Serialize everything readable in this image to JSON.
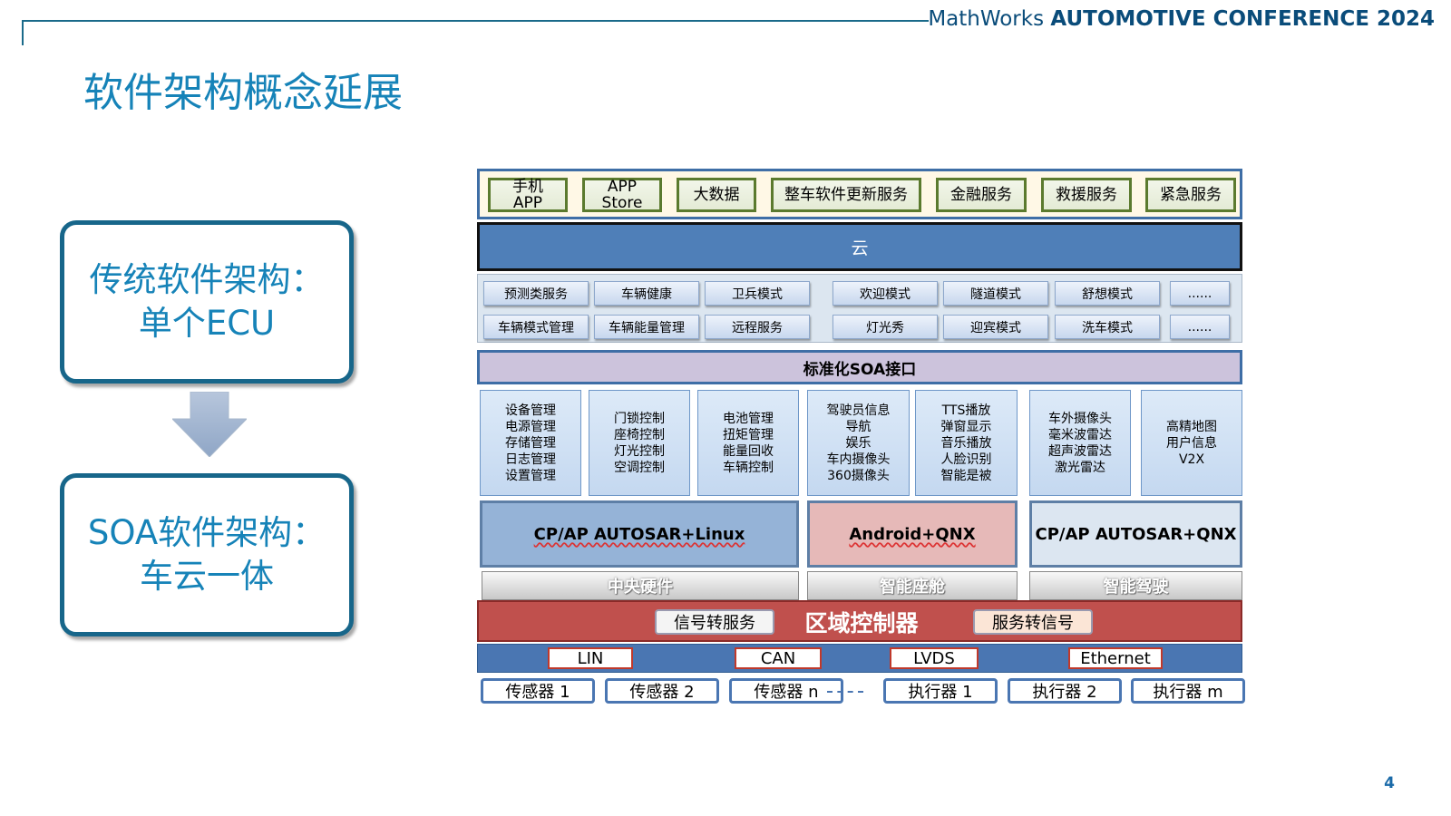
{
  "header": {
    "brand_light": "MathWorks",
    "brand_bold": "AUTOMOTIVE CONFERENCE 2024",
    "slide_title": "软件架构概念延展",
    "page_number": "4"
  },
  "left": {
    "traditional": [
      "传统软件架构：",
      "单个ECU"
    ],
    "soa": [
      "SOA软件架构：",
      "车云一体"
    ]
  },
  "diagram": {
    "apps": [
      "手机 APP",
      "APP Store",
      "大数据",
      "整车软件更新服务",
      "金融服务",
      "救援服务",
      "紧急服务"
    ],
    "cloud": "云",
    "services_row1": [
      "预测类服务",
      "车辆健康",
      "卫兵模式",
      "欢迎模式",
      "隧道模式",
      "舒想模式",
      "......"
    ],
    "services_row2": [
      "车辆模式管理",
      "车辆能量管理",
      "远程服务",
      "灯光秀",
      "迎宾模式",
      "洗车模式",
      "......"
    ],
    "soa_interface": "标准化SOA接口",
    "functions": [
      [
        "设备管理",
        "电源管理",
        "存储管理",
        "日志管理",
        "设置管理"
      ],
      [
        "门锁控制",
        "座椅控制",
        "灯光控制",
        "空调控制"
      ],
      [
        "电池管理",
        "扭矩管理",
        "能量回收",
        "车辆控制"
      ],
      [
        "驾驶员信息",
        "导航",
        "娱乐",
        "车内摄像头",
        "360摄像头"
      ],
      [
        "TTS播放",
        "弹窗显示",
        "音乐播放",
        "人脸识别",
        "智能是被"
      ],
      [
        "车外摄像头",
        "毫米波雷达",
        "超声波雷达",
        "激光雷达"
      ],
      [
        "高精地图",
        "用户信息",
        "V2X"
      ]
    ],
    "os": [
      "CP/AP AUTOSAR+Linux",
      "Android+QNX",
      "CP/AP AUTOSAR+QNX"
    ],
    "hardware": [
      "中央硬件",
      "智能座舱",
      "智能驾驶"
    ],
    "zone": {
      "left_box": "信号转服务",
      "title": "区域控制器",
      "right_box": "服务转信号"
    },
    "buses": [
      "LIN",
      "CAN",
      "LVDS",
      "Ethernet"
    ],
    "devices": [
      "传感器 1",
      "传感器 2",
      "传感器 n",
      "执行器 1",
      "执行器 2",
      "执行器 m"
    ]
  }
}
